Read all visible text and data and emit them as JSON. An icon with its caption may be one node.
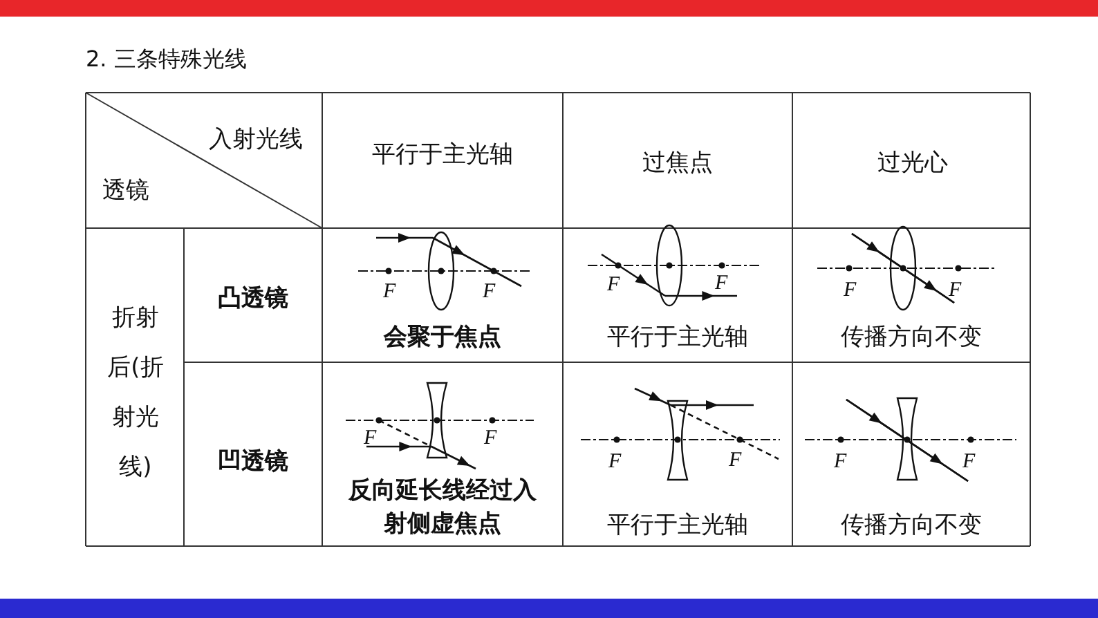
{
  "diagram": {
    "title": "2. 三条特殊光线",
    "labels": [
      "入射光线",
      "透镜",
      "平行于主光轴",
      "过焦点",
      "过光心",
      "折射后(折射光线)",
      "凸透镜",
      "F",
      "F",
      "会聚于焦点",
      "F",
      "F",
      "平行于主光轴",
      "F",
      "F",
      "传播方向不变",
      "凹透镜",
      "F",
      "F",
      "反向延长线经过入射侧虚焦点",
      "F",
      "F",
      "平行于主光轴",
      "F",
      "F",
      "传播方向不变"
    ]
  }
}
